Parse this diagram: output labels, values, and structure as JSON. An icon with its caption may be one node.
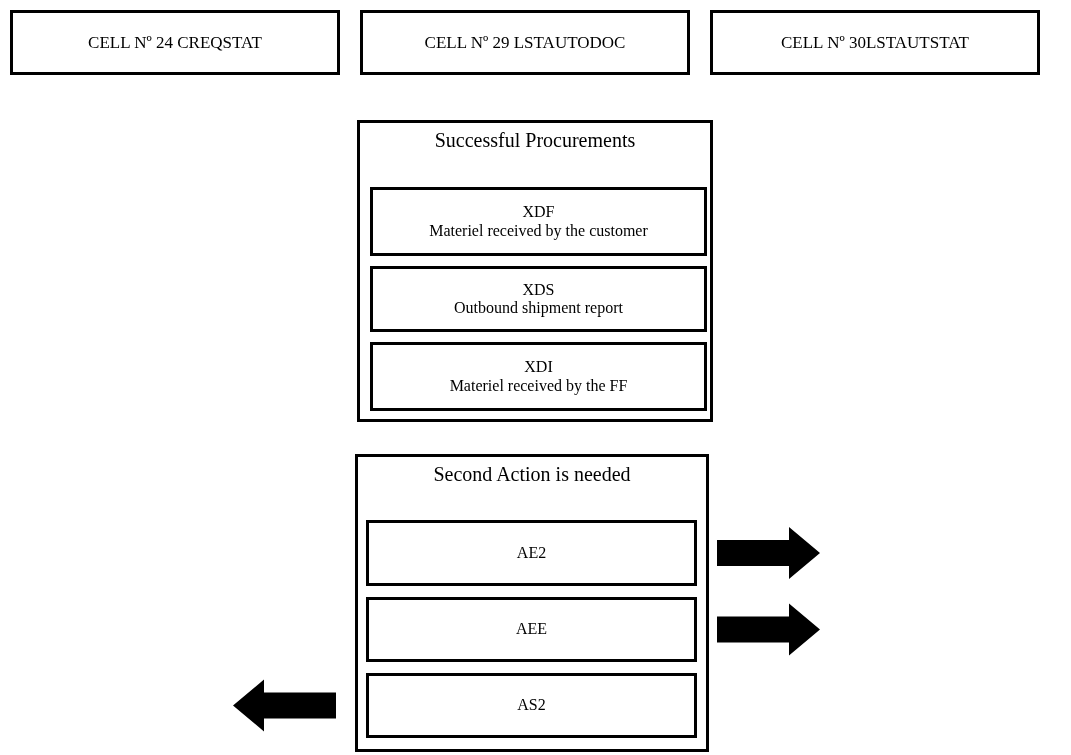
{
  "diagram": {
    "nodes": [
      {
        "text": [
          "CELL Nº 24 CREQSTAT"
        ]
      },
      {
        "text": [
          "CELL Nº 29 LSTAUTODOC"
        ]
      },
      {
        "text": [
          "CELL Nº 30LSTAUTSTAT"
        ]
      },
      {
        "text": [
          "Successful Procurements"
        ]
      },
      {
        "text": [
          "XDF",
          "Materiel received by the customer"
        ],
        "in": 3
      },
      {
        "text": [
          "XDS",
          "Outbound shipment report"
        ],
        "in": 3
      },
      {
        "text": [
          "XDI",
          "Materiel received by the FF"
        ],
        "in": 3
      },
      {
        "text": [
          "Second Action is needed"
        ]
      },
      {
        "text": [
          "AE2"
        ],
        "in": 7
      },
      {
        "text": [
          "AEE"
        ],
        "in": 7
      },
      {
        "text": [
          "AS2"
        ],
        "in": 7
      }
    ],
    "edges": [
      {
        "from": 8,
        "to": null,
        "arrow": "to",
        "style": "thick"
      },
      {
        "from": 9,
        "to": null,
        "arrow": "to",
        "style": "thick"
      },
      {
        "from": 10,
        "to": null,
        "arrow": "to",
        "style": "thick"
      }
    ]
  }
}
